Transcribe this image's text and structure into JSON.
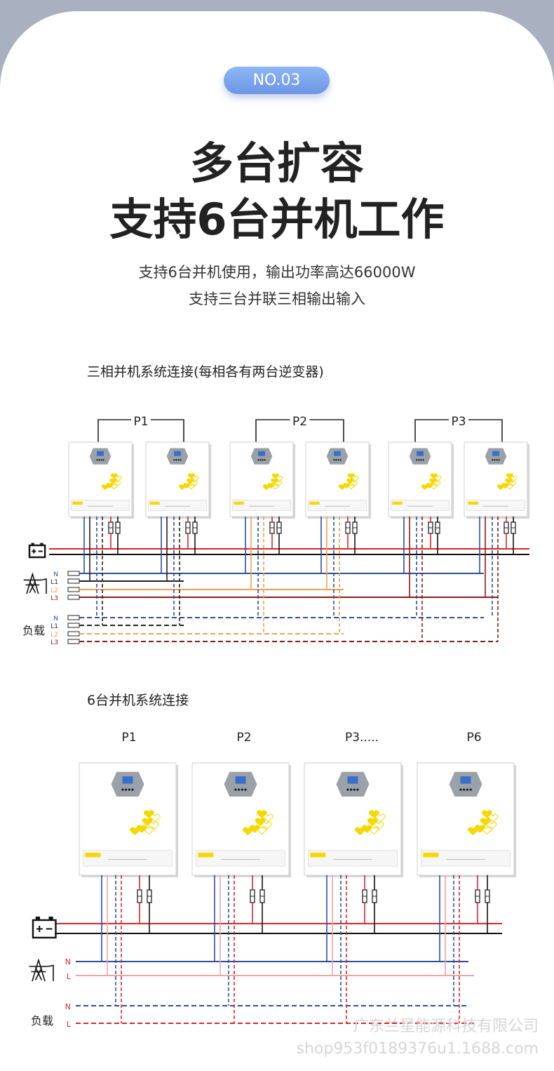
{
  "badge": "NO.03",
  "title_line1": "多台扩容",
  "title_line2": "支持6台并机工作",
  "subtitle_line1": "支持6台并机使用，输出功率高达66000W",
  "subtitle_line2": "支持三台并联三相输出输入",
  "section1": {
    "heading": "三相并机系统连接(每相各有两台逆变器)",
    "groups": [
      "P1",
      "P2",
      "P3"
    ],
    "grid_labels": [
      "N",
      "L1",
      "L2",
      "L3"
    ],
    "load_labels": [
      "N",
      "L1",
      "L2",
      "L3"
    ],
    "load_caption": "负载"
  },
  "section2": {
    "heading": "6台并机系统连接",
    "units": [
      "P1",
      "P2",
      "P3.....",
      "P6"
    ],
    "grid_labels": [
      "N",
      "L"
    ],
    "load_labels": [
      "N",
      "L"
    ],
    "load_caption": "负载"
  },
  "watermark_line1": "广东兰星能源科技有限公司",
  "watermark_line2": "shop953f0189376u1.1688.com",
  "colors": {
    "battery_positive": "#d9262a",
    "battery_negative": "#111111",
    "neutral": "#2b4f9e",
    "l1": "#222222",
    "l2": "#f0a050",
    "l3": "#8b1a1a",
    "l_single": "#f3a3a3",
    "load_l": "#d9262a",
    "accent_badge": "#7ba3ec",
    "panel_yellow": "#f5d800"
  }
}
